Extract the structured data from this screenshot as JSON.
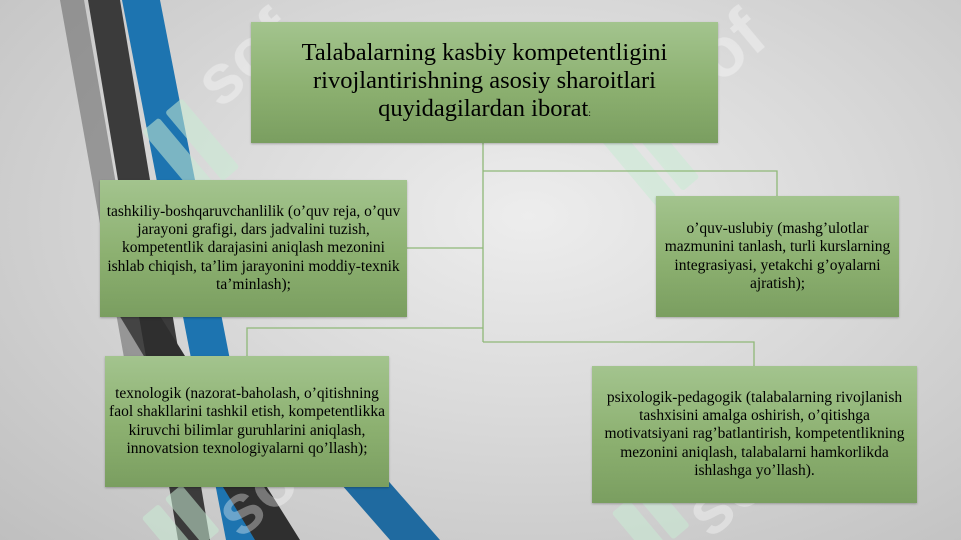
{
  "title": {
    "line1": "Talabalarning kasbiy kompetentligini",
    "line2": "rivojlantirishning asosiy sharoitlari",
    "line3": "quyidagilardan iborat",
    "suffix": ":"
  },
  "boxes": {
    "left_top": "tashkiliy-boshqaruvchanlilik (o’quv reja, o’quv jarayoni grafigi, dars jadvalini tuzish, kompetentlik darajasini aniqlash mezonini ishlab chiqish, ta’lim jarayonini moddiy-texnik ta’minlash);",
    "right_top": "o’quv-uslubiy (mashg’ulotlar mazmunini tanlash, turli kurslarning integrasiyasi, yetakchi g’oyalarni ajratish);",
    "left_bottom": "texnologik (nazorat-baholash, o’qitishning faol shakllarini tashkil etish, kompetentlikka kiruvchi bilimlar guruhlarini aniqlash, innovatsion texnologiyalarni qo’llash);",
    "right_bottom": "psixologik-pedagogik (talabalarning rivojlanish tashxisini amalga oshirish, o’qitishga motivatsiyani rag’batlantirish, kompetentlikning mezonini aniqlash, talabalarni hamkorlikda ishlashga yo’llash)."
  },
  "colors": {
    "box_fill": "#8cb070",
    "connector": "#8fb878",
    "stripe_dark": "#3a3a3a",
    "stripe_blue": "#1f78b4",
    "watermark": "#c8ecd4"
  }
}
